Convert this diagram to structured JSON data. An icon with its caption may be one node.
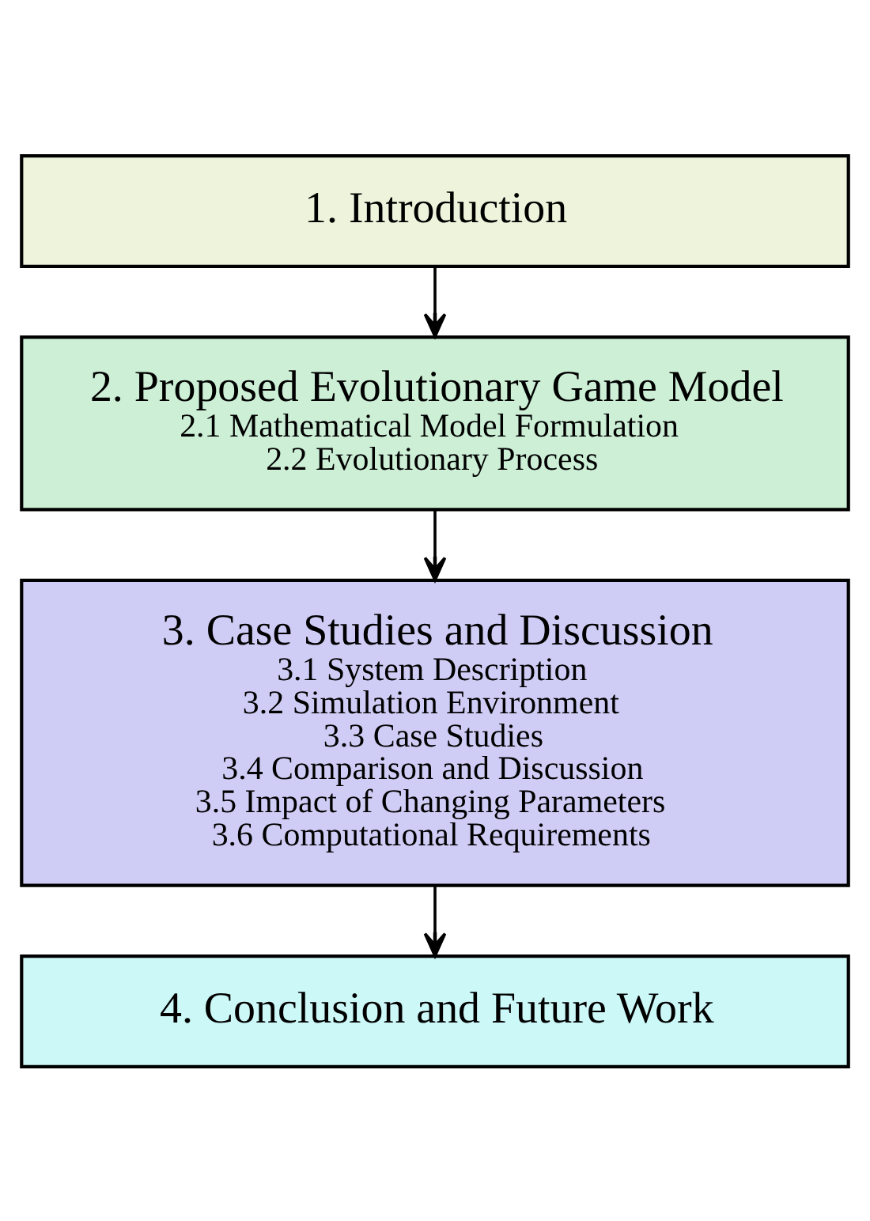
{
  "diagram": {
    "nodes": [
      {
        "text": [
          "1. Introduction"
        ]
      },
      {
        "text": [
          "2. Proposed Evolutionary Game Model",
          "2.1 Mathematical Model Formulation",
          "2.2 Evolutionary Process"
        ]
      },
      {
        "text": [
          "3. Case Studies and Discussion",
          "3.1 System Description",
          "3.2 Simulation Environment",
          "3.3 Case Studies",
          "3.4 Comparison and Discussion",
          "3.5 Impact of Changing Parameters",
          "3.6 Computational Requirements"
        ]
      },
      {
        "text": [
          "4. Conclusion and Future Work"
        ]
      }
    ],
    "edges": [
      {
        "from": 0,
        "to": 1,
        "arrow": "to"
      },
      {
        "from": 1,
        "to": 2,
        "arrow": "to"
      },
      {
        "from": 2,
        "to": 3,
        "arrow": "to"
      }
    ]
  }
}
